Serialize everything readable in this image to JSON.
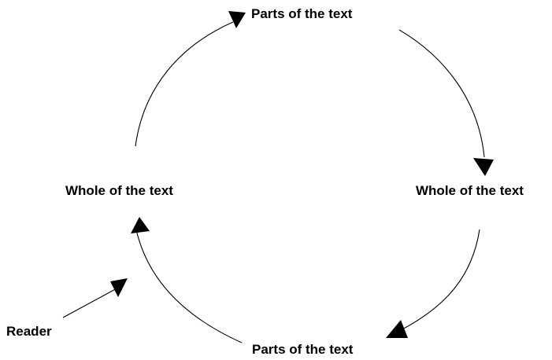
{
  "colors": {
    "ink": "#000000",
    "background": "#ffffff"
  },
  "nodes": {
    "top": "Parts of the text",
    "right": "Whole of the text",
    "bottom": "Parts of the text",
    "left": "Whole of the text",
    "reader": "Reader"
  }
}
